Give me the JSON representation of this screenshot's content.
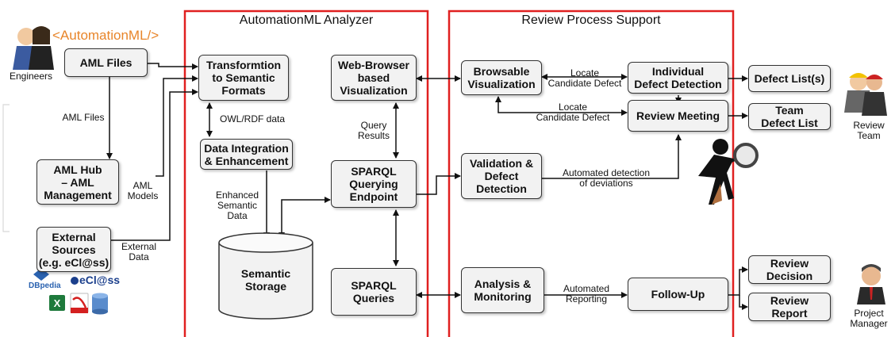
{
  "colors": {
    "region_border": "#e02020",
    "box_fill": "#f2f2f2",
    "box_border": "#333333",
    "aml_orange": "#e8852a"
  },
  "regions": {
    "analyzer_title": "AutomationML Analyzer",
    "review_title": "Review Process Support"
  },
  "left": {
    "aml_brand": "<AutomationML/>",
    "engineers": "Engineers",
    "aml_files_box": "AML Files",
    "aml_files_label": "AML Files",
    "aml_hub_box": "AML Hub\n– AML\nManagement",
    "aml_models_label": "AML\nModels",
    "external_sources_box": "External\nSources\n(e.g. eCl@ss)",
    "external_data_label": "External\nData",
    "dbpedia": "DBpedia",
    "eclass": "eCl@ss"
  },
  "analyzer": {
    "transformation": "Transformtion\nto Semantic\nFormats",
    "owl_label": "OWL/RDF data",
    "data_integration": "Data Integration\n& Enhancement",
    "enhanced_label": "Enhanced\nSemantic\nData",
    "semantic_storage": "Semantic\nStorage",
    "web_browser": "Web-Browser\nbased\nVisualization",
    "query_results_label": "Query\nResults",
    "sparql_endpoint": "SPARQL\nQuerying\nEndpoint",
    "sparql_queries": "SPARQL\nQueries"
  },
  "review": {
    "browsable": "Browsable\nVisualization",
    "locate1": "Locate\nCandidate Defect",
    "individual": "Individual\nDefect Detection",
    "locate2": "Locate\nCandidate Defect",
    "review_meeting": "Review Meeting",
    "validation": "Validation &\nDefect\nDetection",
    "automated_detection": "Automated detection\nof deviations",
    "analysis": "Analysis &\nMonitoring",
    "automated_reporting": "Automated\nReporting",
    "follow_up": "Follow-Up"
  },
  "right": {
    "defect_lists": "Defect List(s)",
    "team_defect_list": "Team\nDefect List",
    "review_team": "Review\nTeam",
    "review_decision": "Review\nDecision",
    "review_report": "Review\nReport",
    "project_manager": "Project\nManager"
  }
}
